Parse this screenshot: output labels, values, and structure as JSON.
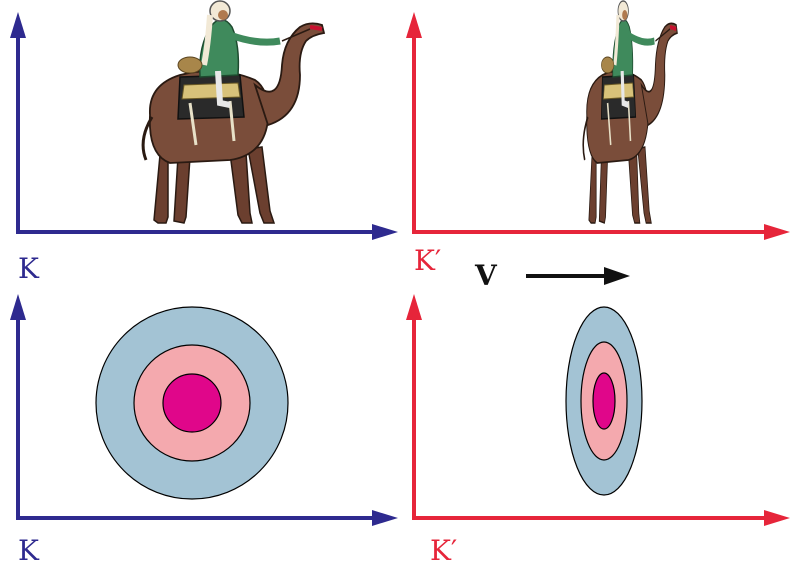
{
  "colors": {
    "frame_k": "#2e2a8f",
    "frame_kprime": "#e6253a",
    "velocity_arrow": "#111111",
    "ring_outer": "#a3c3d4",
    "ring_middle": "#f4a9ae",
    "ring_inner": "#e0068a",
    "camel_body": "#7a4d3a",
    "rider_robe": "#3f8a5c"
  },
  "panels": {
    "top_left": {
      "frame_label": "K"
    },
    "top_right": {
      "frame_label": "K′"
    },
    "bottom_left": {
      "frame_label": "K"
    },
    "bottom_right": {
      "frame_label": "K′"
    }
  },
  "velocity": {
    "label": "V"
  },
  "icons": [
    "camel-rider-icon",
    "camel-rider-contracted-icon",
    "concentric-circles-icon",
    "contracted-ellipses-icon"
  ]
}
